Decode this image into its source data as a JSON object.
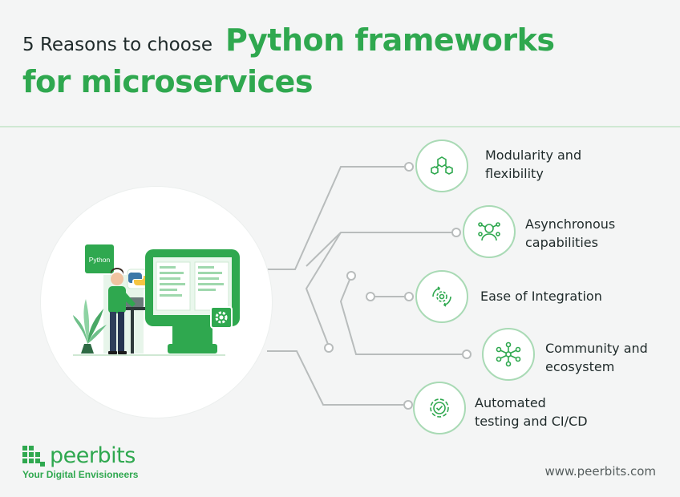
{
  "header": {
    "title_plain": "5 Reasons to choose",
    "title_accent_line1": "Python frameworks",
    "title_accent_line2": "for microservices"
  },
  "colors": {
    "accent": "#2fa84f",
    "light_accent": "#a9dab5",
    "background": "#f4f5f5",
    "text": "#1f2a2a",
    "connector": "#b8bcbc"
  },
  "illustration": {
    "badge_text": "Python",
    "icons": [
      "python-logo-icon",
      "gear-icon",
      "plant-icon",
      "person-icon",
      "monitor-icon"
    ]
  },
  "reasons": [
    {
      "label": "Modularity and\nflexibility",
      "icon": "hexagon-network-icon"
    },
    {
      "label": "Asynchronous\ncapabilities",
      "icon": "user-network-icon"
    },
    {
      "label": "Ease of Integration",
      "icon": "integration-gear-icon"
    },
    {
      "label": "Community and\necosystem",
      "icon": "community-nodes-icon"
    },
    {
      "label": "Automated\ntesting and CI/CD",
      "icon": "checkmark-gear-icon"
    }
  ],
  "footer": {
    "brand": "peerbits",
    "tagline": "Your Digital Envisioneers",
    "website": "www.peerbits.com"
  }
}
